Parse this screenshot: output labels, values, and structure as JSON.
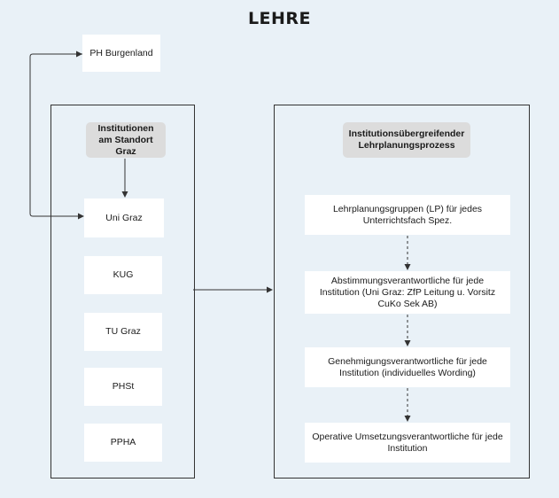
{
  "title": "LEHRE",
  "external": {
    "ph_burgenland": "PH Burgenland"
  },
  "left_panel": {
    "header": "Institutionen am Standort Graz",
    "institutions": [
      "Uni Graz",
      "KUG",
      "TU Graz",
      "PHSt",
      "PPHA"
    ]
  },
  "right_panel": {
    "header": "Institutionsübergreifender Lehrplanungsprozess",
    "steps": [
      "Lehrplanungsgruppen (LP) für jedes Unterrichtsfach Spez.",
      "Abstimmungsverantwortliche für jede Institution (Uni Graz: ZfP Leitung u. Vorsitz CuKo Sek AB)",
      "Genehmigungsverantwortliche für jede Institution (individuelles Wording)",
      "Operative Umsetzungsverantwortliche für jede Institution"
    ]
  }
}
